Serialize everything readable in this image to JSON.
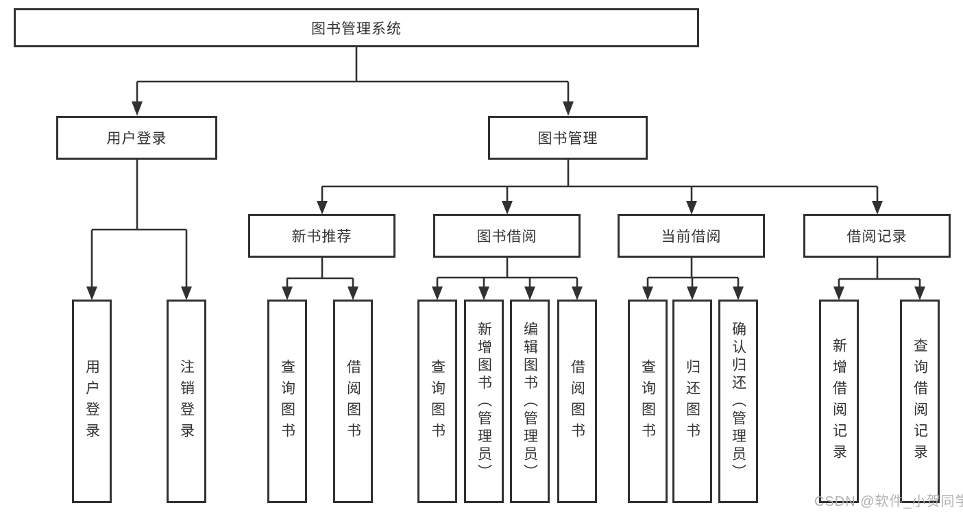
{
  "diagram": {
    "root": {
      "label": "图书管理系统"
    },
    "branches": [
      {
        "label": "用户登录",
        "children": [
          {
            "label": "用户登录"
          },
          {
            "label": "注销登录"
          }
        ]
      },
      {
        "label": "图书管理",
        "children": [
          {
            "label": "新书推荐",
            "children": [
              {
                "label": "查询图书"
              },
              {
                "label": "借阅图书"
              }
            ]
          },
          {
            "label": "图书借阅",
            "children": [
              {
                "label": "查询图书"
              },
              {
                "label": "新增图书（管理员）"
              },
              {
                "label": "编辑图书（管理员）"
              },
              {
                "label": "借阅图书"
              }
            ]
          },
          {
            "label": "当前借阅",
            "children": [
              {
                "label": "查询图书"
              },
              {
                "label": "归还图书"
              },
              {
                "label": "确认归还（管理员）"
              }
            ]
          },
          {
            "label": "借阅记录",
            "children": [
              {
                "label": "新增借阅记录"
              },
              {
                "label": "查询借阅记录"
              }
            ]
          }
        ]
      }
    ],
    "watermark": {
      "text": "CSDN @软件_小贺同学"
    },
    "colors": {
      "line": "#313131",
      "text": "#333333",
      "background": "#ffffff",
      "watermark": "#acacac"
    }
  }
}
